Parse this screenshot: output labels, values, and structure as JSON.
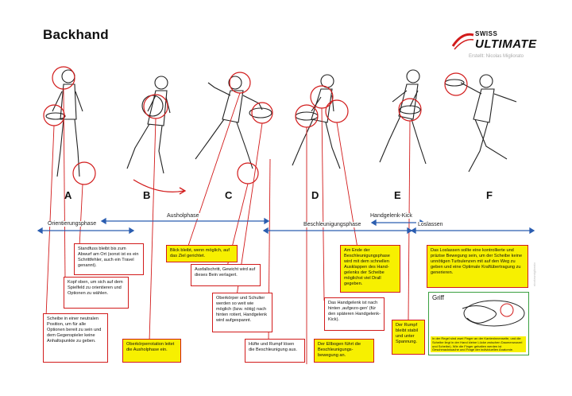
{
  "title": "Backhand",
  "logo": {
    "line1": "SWISS",
    "line2": "ULTIMATE"
  },
  "credit": "Erstellt: Nicolas Migliorato",
  "phases": [
    "A",
    "B",
    "C",
    "D",
    "E",
    "F"
  ],
  "timeline": {
    "orientierung": "Orientierungsphase",
    "ausholung": "Ausholphase",
    "beschleunigung": "Beschleunigungsphase",
    "handgelenk": "Handgelenk-Kick",
    "loslassen": "Loslassen"
  },
  "notes": {
    "standfuss": "Standfuss bleibt bis zum Abwurf am Ort (sonst ist es ein Schrittfehler, auch ein Travel genannt).",
    "kopf": "Kopf oben, um sich auf dem Spielfeld zu orientieren und Optionen zu wählen.",
    "scheibe": "Scheibe in einer neutralen Position, um für alle Optionen bereit zu sein und dem Gegenspieler keine Anhaltspunkte zu geben.",
    "oberkoerperrotation": "Oberkörperrotation leitet die Ausholphase ein.",
    "blick": "Blick bleibt, wenn möglich, auf das Ziel gerichtet.",
    "ausfallschritt": "Ausfallschritt, Gewicht wird auf dieses Bein verlagert.",
    "oberkoerper_schulter": "Oberkörper und Schulter werden so weit wie möglich (bzw. nötig) nach hinten rotiert, Handgelenk wird aufgespannt.",
    "huefte": "Hüfte und Rumpf lösen die Beschleunigung aus.",
    "ellbogen": "Der Ellbogen führt die Beschleunigungs-bewegung an.",
    "ende": "Am Ende der Beschleunigungsphase wird mit dem schnellen Ausklappen des Hand-gelenks der Scheibe möglichst viel Drall gegeben.",
    "handgelenk_hinten": "Das Handgelenk ist nach hinten ‚aufgezo-gen' (für den späteren Handgelenk-Kick).",
    "rumpf": "Der Rumpf bleibt stabil und unter Spannung.",
    "loslassen": "Das Loslassen sollte eine kontrollierte und präzise Bewegung sein, um der Scheibe keine unnötigen Turbulenzen mit auf den Weg zu geben und eine Optimale Kraftübertragung zu generieren."
  },
  "griff": {
    "title": "Griff",
    "text": "In der Regel sind zwei Finger an der Kanteninnenseite, und die Scheibe liegt in der Hand kleine Lücke zwischen Daumenwurzel und Scheibe). Wie die Finger gehalten werden ist Geschmackssache und Frage der individuellen Anatomie.",
    "side": "nicolasmigliorato"
  },
  "colors": {
    "accent": "#d21b1b",
    "timeline": "#2a5db0",
    "highlight": "#f7f000",
    "griff": "#3aa040"
  }
}
